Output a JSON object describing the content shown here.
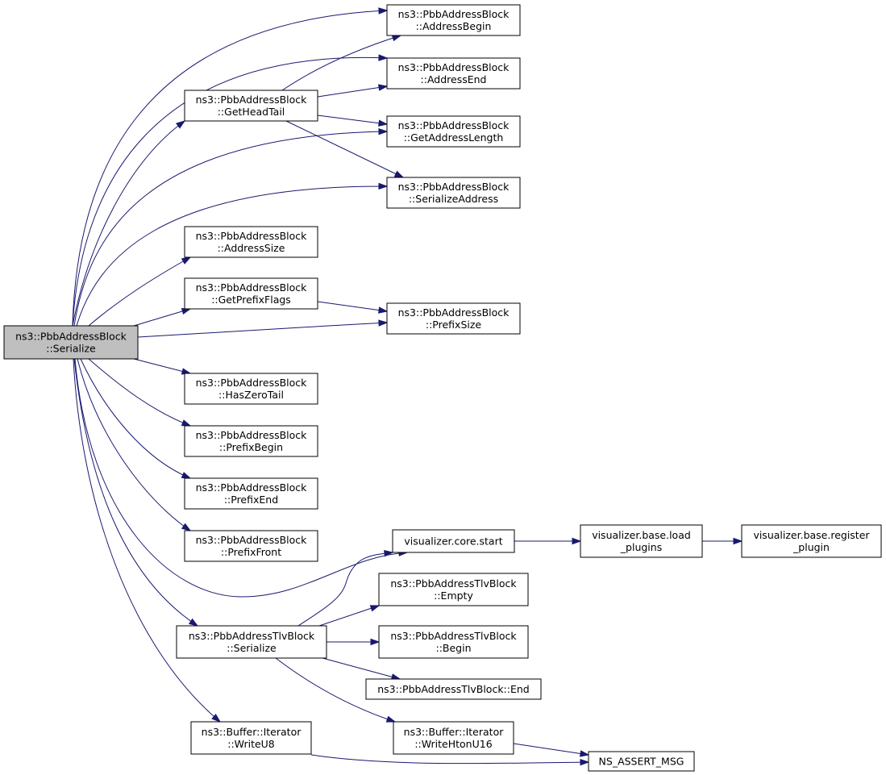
{
  "diagram": {
    "nodes": [
      {
        "id": "root",
        "lines": [
          "ns3::PbbAddressBlock",
          "::Serialize"
        ],
        "highlighted": true
      },
      {
        "id": "addressBegin",
        "lines": [
          "ns3::PbbAddressBlock",
          "::AddressBegin"
        ]
      },
      {
        "id": "addressEnd",
        "lines": [
          "ns3::PbbAddressBlock",
          "::AddressEnd"
        ]
      },
      {
        "id": "getHeadTail",
        "lines": [
          "ns3::PbbAddressBlock",
          "::GetHeadTail"
        ]
      },
      {
        "id": "getAddressLength",
        "lines": [
          "ns3::PbbAddressBlock",
          "::GetAddressLength"
        ]
      },
      {
        "id": "serializeAddress",
        "lines": [
          "ns3::PbbAddressBlock",
          "::SerializeAddress"
        ]
      },
      {
        "id": "addressSize",
        "lines": [
          "ns3::PbbAddressBlock",
          "::AddressSize"
        ]
      },
      {
        "id": "getPrefixFlags",
        "lines": [
          "ns3::PbbAddressBlock",
          "::GetPrefixFlags"
        ]
      },
      {
        "id": "prefixSize",
        "lines": [
          "ns3::PbbAddressBlock",
          "::PrefixSize"
        ]
      },
      {
        "id": "hasZeroTail",
        "lines": [
          "ns3::PbbAddressBlock",
          "::HasZeroTail"
        ]
      },
      {
        "id": "prefixBegin",
        "lines": [
          "ns3::PbbAddressBlock",
          "::PrefixBegin"
        ]
      },
      {
        "id": "prefixEnd",
        "lines": [
          "ns3::PbbAddressBlock",
          "::PrefixEnd"
        ]
      },
      {
        "id": "prefixFront",
        "lines": [
          "ns3::PbbAddressBlock",
          "::PrefixFront"
        ]
      },
      {
        "id": "vizCoreStart",
        "lines": [
          "visualizer.core.start"
        ]
      },
      {
        "id": "vizLoadPlugins",
        "lines": [
          "visualizer.base.load",
          "_plugins"
        ]
      },
      {
        "id": "vizRegisterPlugin",
        "lines": [
          "visualizer.base.register",
          "_plugin"
        ]
      },
      {
        "id": "tlvSerialize",
        "lines": [
          "ns3::PbbAddressTlvBlock",
          "::Serialize"
        ]
      },
      {
        "id": "tlvEmpty",
        "lines": [
          "ns3::PbbAddressTlvBlock",
          "::Empty"
        ]
      },
      {
        "id": "tlvBegin",
        "lines": [
          "ns3::PbbAddressTlvBlock",
          "::Begin"
        ]
      },
      {
        "id": "tlvEnd",
        "lines": [
          "ns3::PbbAddressTlvBlock::End"
        ]
      },
      {
        "id": "writeHtonU16",
        "lines": [
          "ns3::Buffer::Iterator",
          "::WriteHtonU16"
        ]
      },
      {
        "id": "writeU8",
        "lines": [
          "ns3::Buffer::Iterator",
          "::WriteU8"
        ]
      },
      {
        "id": "assertMsg",
        "lines": [
          "NS_ASSERT_MSG"
        ]
      }
    ],
    "edges": [
      {
        "from": "root",
        "to": "addressBegin"
      },
      {
        "from": "root",
        "to": "addressEnd"
      },
      {
        "from": "root",
        "to": "getHeadTail"
      },
      {
        "from": "root",
        "to": "getAddressLength"
      },
      {
        "from": "root",
        "to": "serializeAddress"
      },
      {
        "from": "root",
        "to": "addressSize"
      },
      {
        "from": "root",
        "to": "getPrefixFlags"
      },
      {
        "from": "root",
        "to": "prefixSize"
      },
      {
        "from": "root",
        "to": "hasZeroTail"
      },
      {
        "from": "root",
        "to": "prefixBegin"
      },
      {
        "from": "root",
        "to": "prefixEnd"
      },
      {
        "from": "root",
        "to": "prefixFront"
      },
      {
        "from": "root",
        "to": "vizCoreStart"
      },
      {
        "from": "root",
        "to": "tlvSerialize"
      },
      {
        "from": "root",
        "to": "writeU8"
      },
      {
        "from": "getHeadTail",
        "to": "addressBegin"
      },
      {
        "from": "getHeadTail",
        "to": "addressEnd"
      },
      {
        "from": "getHeadTail",
        "to": "getAddressLength"
      },
      {
        "from": "getHeadTail",
        "to": "serializeAddress"
      },
      {
        "from": "getPrefixFlags",
        "to": "prefixSize"
      },
      {
        "from": "vizCoreStart",
        "to": "vizLoadPlugins"
      },
      {
        "from": "vizLoadPlugins",
        "to": "vizRegisterPlugin"
      },
      {
        "from": "tlvSerialize",
        "to": "vizCoreStart"
      },
      {
        "from": "tlvSerialize",
        "to": "tlvEmpty"
      },
      {
        "from": "tlvSerialize",
        "to": "tlvBegin"
      },
      {
        "from": "tlvSerialize",
        "to": "tlvEnd"
      },
      {
        "from": "tlvSerialize",
        "to": "writeHtonU16"
      },
      {
        "from": "writeHtonU16",
        "to": "assertMsg"
      },
      {
        "from": "writeU8",
        "to": "assertMsg"
      }
    ],
    "colors": {
      "edge": "#191970",
      "node_border": "#000000",
      "highlight_fill": "#bfbfbf"
    }
  }
}
